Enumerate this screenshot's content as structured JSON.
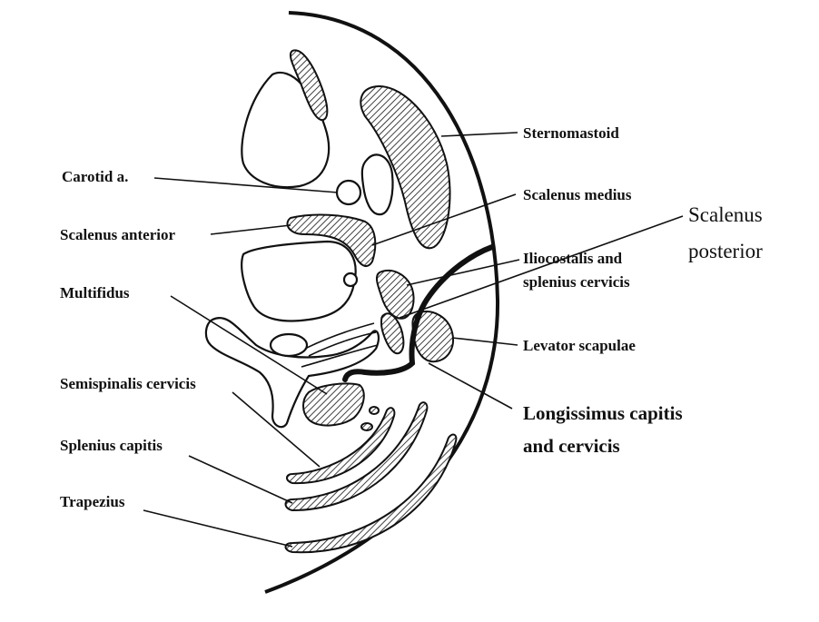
{
  "labels": {
    "sternomastoid": "Sternomastoid",
    "carotid": "Carotid a.",
    "scalenus_medius": "Scalenus medius",
    "scalenus_anterior": "Scalenus anterior",
    "scalenus_posterior_line1": "Scalenus",
    "scalenus_posterior_line2": "posterior",
    "iliocostalis_line1": "Iliocostalis and",
    "iliocostalis_line2": "splenius cervicis",
    "multifidus": "Multifidus",
    "levator_scapulae": "Levator scapulae",
    "semispinalis_cervicis": "Semispinalis cervicis",
    "longissimus_line1": "Longissimus capitis",
    "longissimus_line2": "and cervicis",
    "splenius_capitis": "Splenius capitis",
    "trapezius": "Trapezius"
  },
  "colors": {
    "ink": "#111111",
    "background": "#ffffff"
  }
}
